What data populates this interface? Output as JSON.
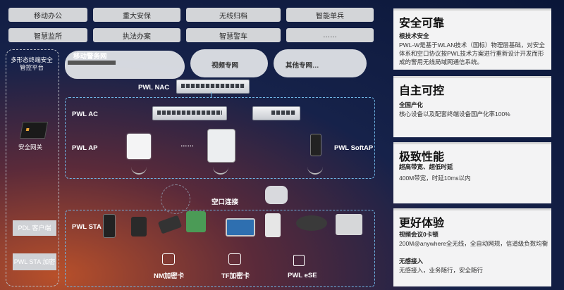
{
  "top_buttons": [
    "移动办公",
    "重大安保",
    "无线归档",
    "智能单兵",
    "智慧监所",
    "执法办案",
    "智慧警车",
    "……"
  ],
  "left_panel": {
    "title": "多形态终端安全管控平台",
    "gateway": "安全网关",
    "btn1": "PDL 客户端",
    "btn2": "PWL STA 加密"
  },
  "clouds": {
    "mobile": "移动警务网",
    "video": "视频专网",
    "other": "其他专网…"
  },
  "labels": {
    "nac": "PWL NAC",
    "ac": "PWL AC",
    "ap": "PWL AP",
    "softap": "PWL SoftAP",
    "dots": "……",
    "air": "空口连接",
    "sta": "PWL STA",
    "nm": "NM加密卡",
    "tf": "TF加密卡",
    "ese": "PWL eSE"
  },
  "panels": [
    {
      "title": "安全可靠",
      "subtitle": "根技术安全",
      "body": "PWL-W是基于WLAN技术（国标）物理层基础，对安全体系和空口协议按PWL技术方案进行重新设计开发而形成的警用无线局域网通信系统。"
    },
    {
      "title": "自主可控",
      "subtitle": "全国产化",
      "body": "核心设备以及配套终端设备国产化率100%"
    },
    {
      "title": "极致性能",
      "subtitle": "超高带宽、超低时延",
      "body": "400M带宽，时延10ms以内"
    },
    {
      "title": "更好体验",
      "subtitle": "视频会议0卡顿",
      "body": "200M@anywhere全无线，全自动网规，信道级负数均衡",
      "subtitle2": "无感接入",
      "body2": "无感接入，业务随行，安全随行"
    }
  ]
}
